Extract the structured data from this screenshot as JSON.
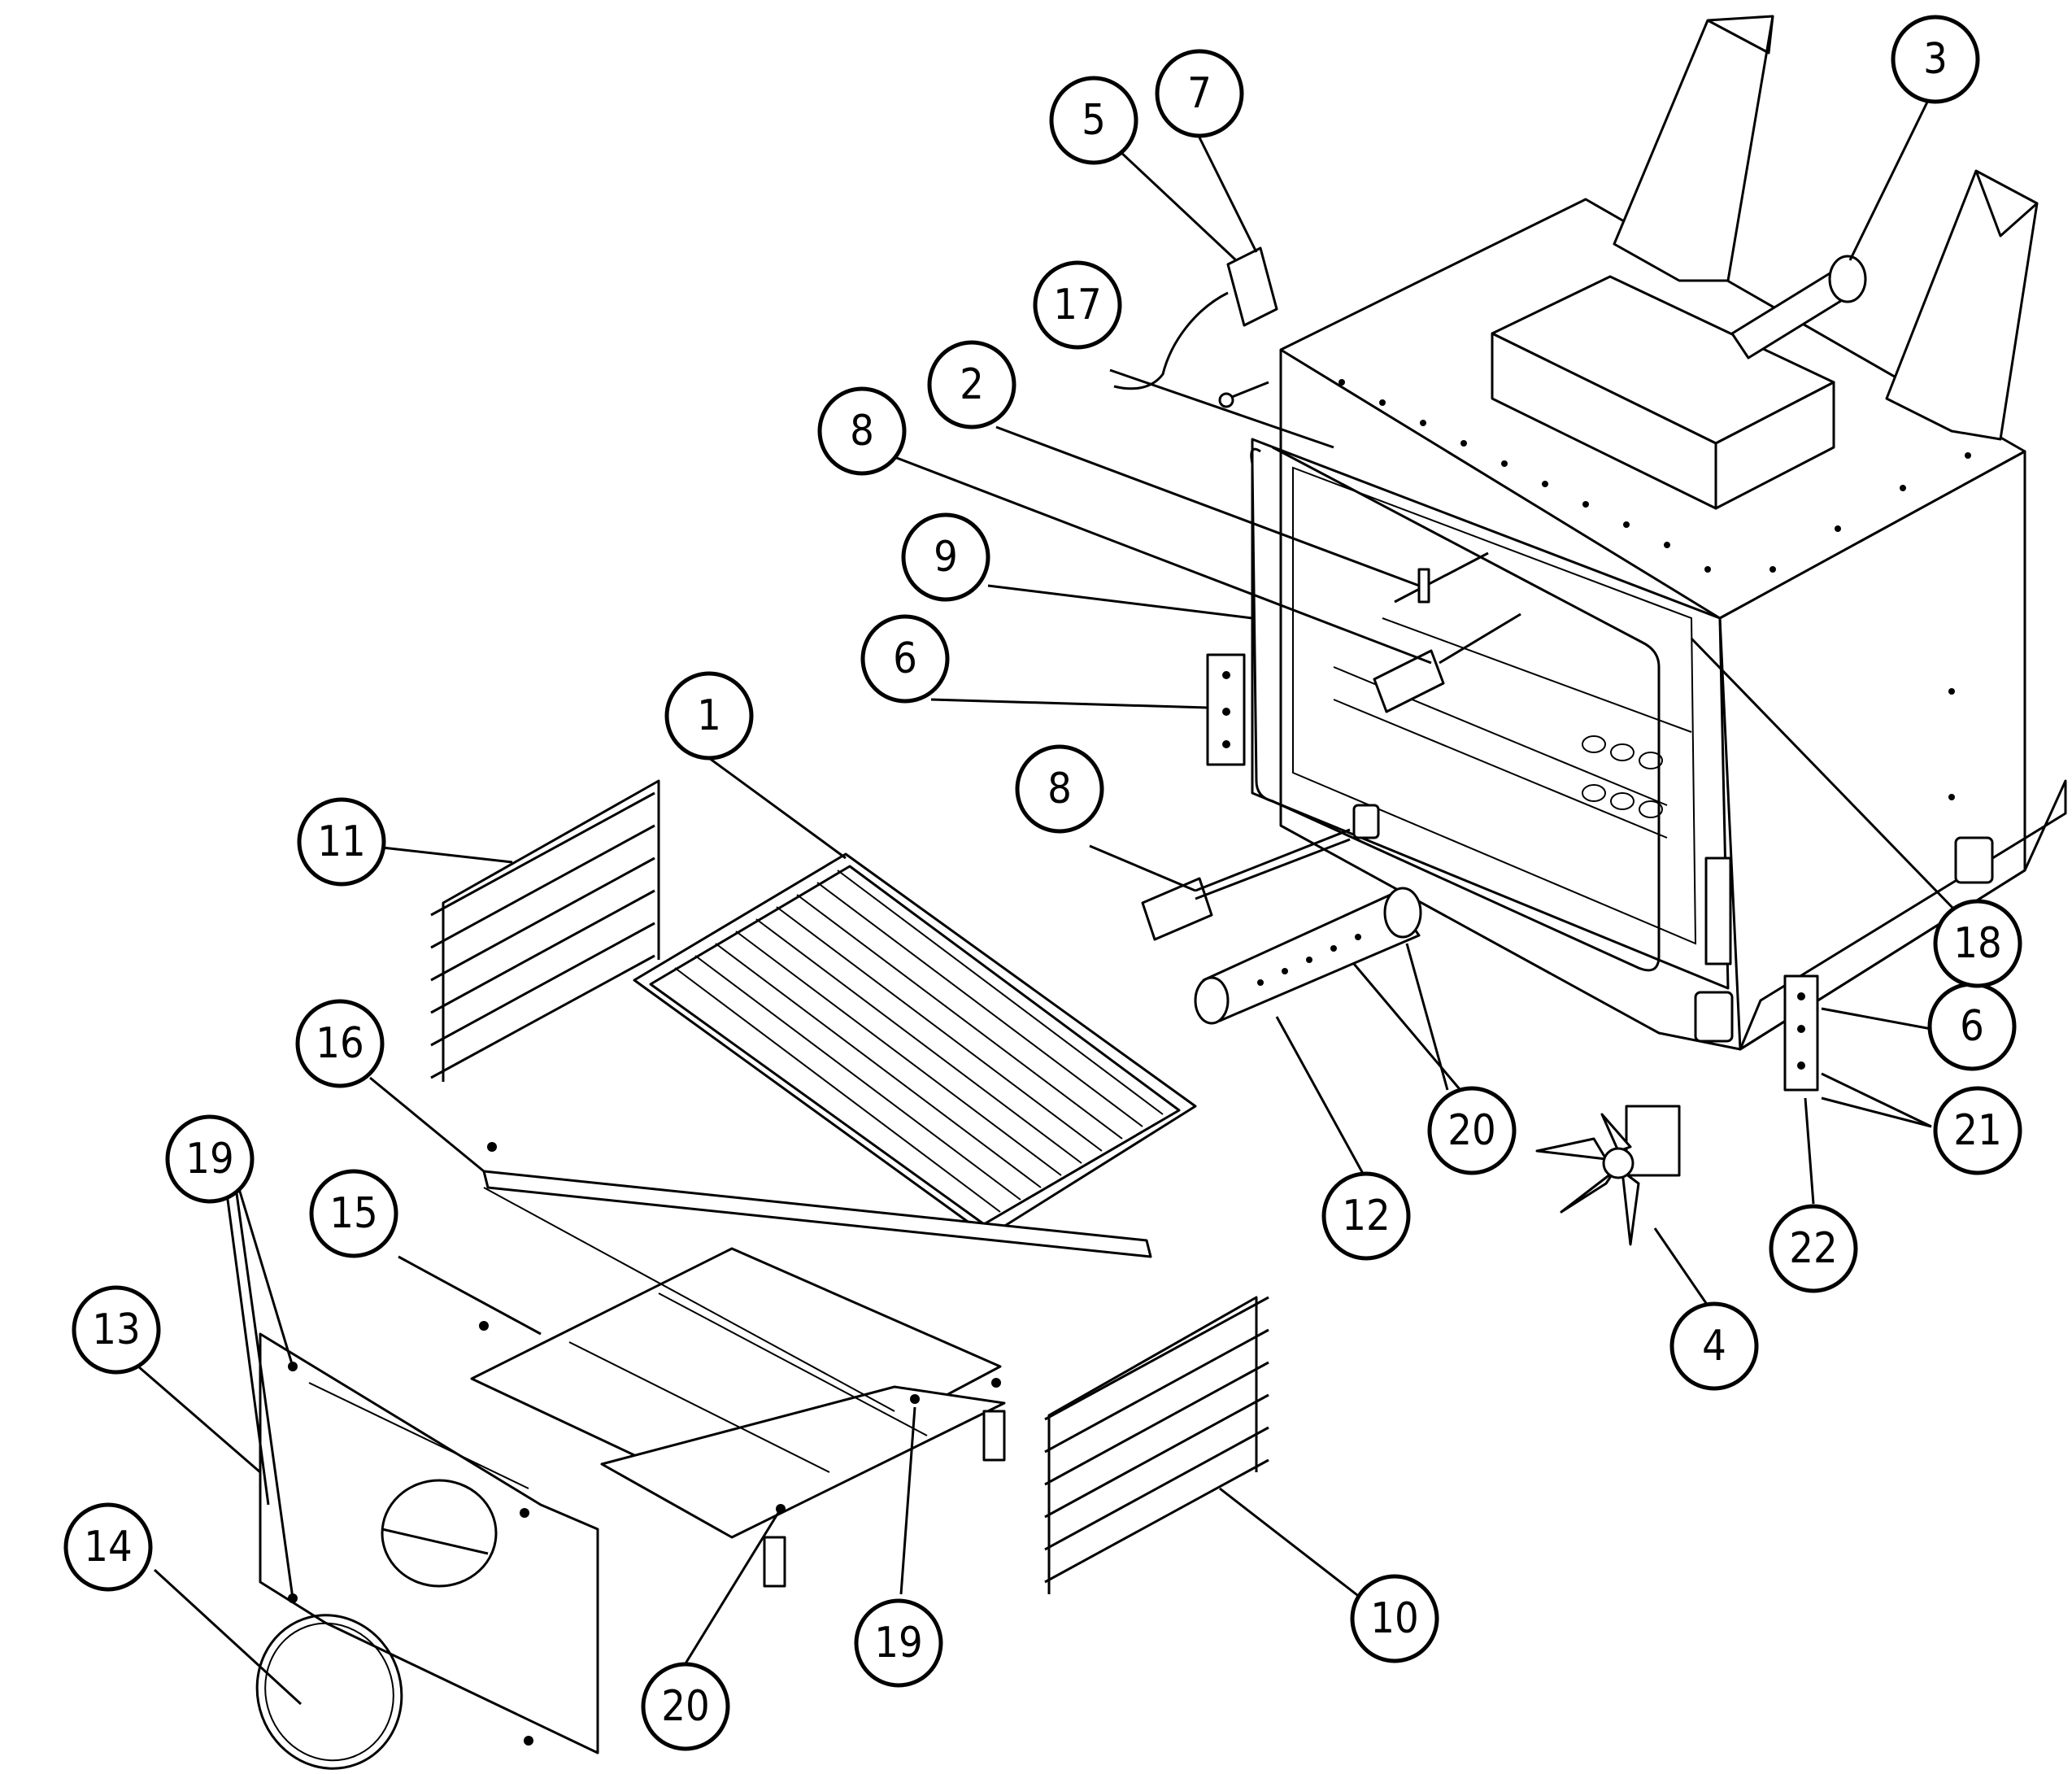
{
  "callouts": [
    {
      "id": "c1",
      "label": "1"
    },
    {
      "id": "c2",
      "label": "2"
    },
    {
      "id": "c3",
      "label": "3"
    },
    {
      "id": "c4",
      "label": "4"
    },
    {
      "id": "c5",
      "label": "5"
    },
    {
      "id": "c6a",
      "label": "6"
    },
    {
      "id": "c6b",
      "label": "6"
    },
    {
      "id": "c7",
      "label": "7"
    },
    {
      "id": "c8a",
      "label": "8"
    },
    {
      "id": "c8b",
      "label": "8"
    },
    {
      "id": "c9",
      "label": "9"
    },
    {
      "id": "c10",
      "label": "10"
    },
    {
      "id": "c11",
      "label": "11"
    },
    {
      "id": "c12",
      "label": "12"
    },
    {
      "id": "c13",
      "label": "13"
    },
    {
      "id": "c14",
      "label": "14"
    },
    {
      "id": "c15",
      "label": "15"
    },
    {
      "id": "c16",
      "label": "16"
    },
    {
      "id": "c17",
      "label": "17"
    },
    {
      "id": "c18",
      "label": "18"
    },
    {
      "id": "c19a",
      "label": "19"
    },
    {
      "id": "c19b",
      "label": "19"
    },
    {
      "id": "c20a",
      "label": "20"
    },
    {
      "id": "c20b",
      "label": "20"
    },
    {
      "id": "c21",
      "label": "21"
    },
    {
      "id": "c22",
      "label": "22"
    }
  ]
}
